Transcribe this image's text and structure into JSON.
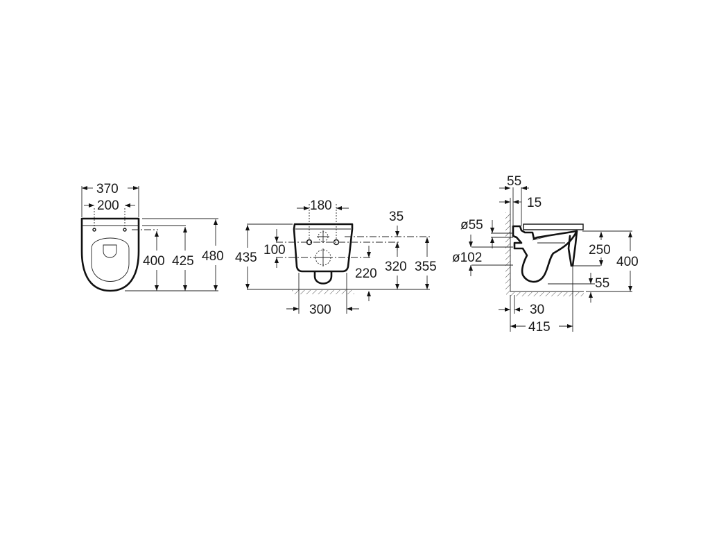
{
  "drawing": {
    "subject": "Wall-hung toilet technical dimension drawing",
    "units": "mm",
    "line_color": "#111111",
    "background": "#ffffff"
  },
  "top_view": {
    "width_overall": "370",
    "fixing_centers": "200",
    "dim_400": "400",
    "dim_425": "425",
    "depth_overall": "480"
  },
  "rear_view": {
    "fixing_centers": "180",
    "height_overall": "435",
    "dim_100": "100",
    "dim_35": "35",
    "dim_220": "220",
    "dim_320": "320",
    "dim_355": "355",
    "base_width": "300"
  },
  "side_view": {
    "dim_55_top": "55",
    "dim_15": "15",
    "inlet_diameter": "ø55",
    "outlet_diameter": "ø102",
    "dim_250": "250",
    "dim_400": "400",
    "dim_55_bottom": "55",
    "dim_30": "30",
    "projection": "415"
  }
}
